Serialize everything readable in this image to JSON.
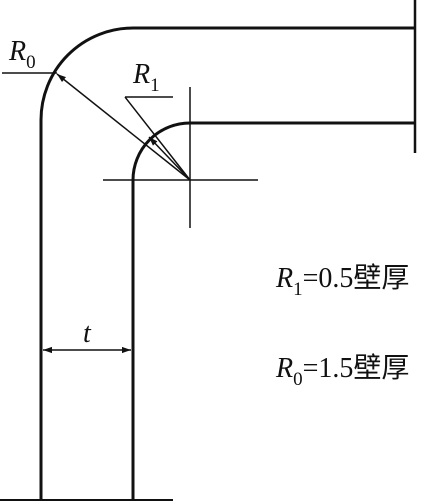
{
  "labels": {
    "r0_symbol": "R",
    "r0_sub": "0",
    "r1_symbol": "R",
    "r1_sub": "1",
    "t_symbol": "t"
  },
  "legend": {
    "r1": {
      "symbol": "R",
      "sub": "1",
      "value": "=0.5壁厚"
    },
    "r0": {
      "symbol": "R",
      "sub": "0",
      "value": "=1.5壁厚"
    }
  }
}
